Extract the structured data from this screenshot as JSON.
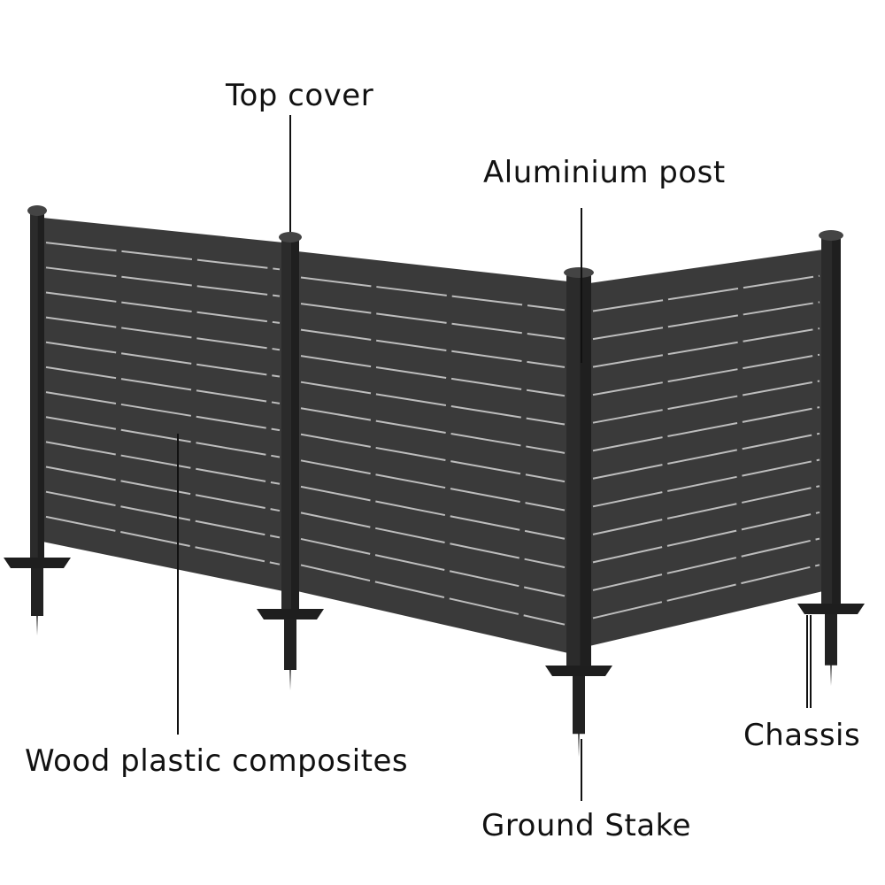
{
  "labels": {
    "top_cover": "Top cover",
    "aluminium_post": "Aluminium post",
    "wood_plastic": "Wood plastic composites",
    "ground_stake": "Ground Stake",
    "chassis": "Chassis"
  },
  "colors": {
    "panel": "#3a3a3a",
    "post": "#2b2b2b",
    "slat_gap": "#bdbdbd",
    "leader": "#111111"
  }
}
